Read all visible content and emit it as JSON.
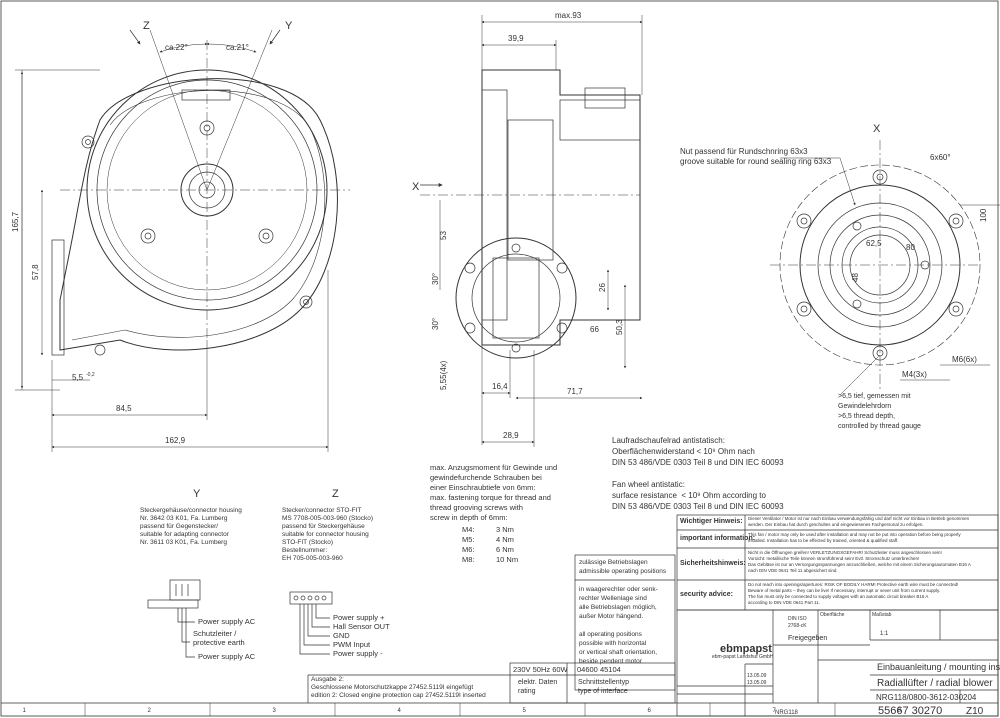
{
  "views": {
    "front": {
      "label_z": "Z",
      "label_y": "Y",
      "angle_left": "ca.22°",
      "angle_right": "ca.21°",
      "dim_height": "165,7",
      "dim_57": "57,8",
      "dim_55": "5,5",
      "dim_55_tol": "-0,2",
      "dim_845": "84,5",
      "dim_1629": "162,9"
    },
    "side": {
      "label_x": "X",
      "dim_max93": "max.93",
      "dim_399": "39,9",
      "dim_53": "53",
      "dim_30a": "30°",
      "dim_30b": "30°",
      "dim_26": "26",
      "dim_503": "50,3",
      "dim_66": "66",
      "dim_164": "16,4",
      "dim_717": "71,7",
      "dim_289": "28,9",
      "dim_555": "5,55(4x)"
    },
    "detail_x": {
      "label": "X",
      "note_de": "Nut passend für Rundschnring 63x3",
      "note_en": "groove suitable for round sealing ring 63x3",
      "angle": "6x60°",
      "d100": "100",
      "d625": "62,5",
      "d80": "80",
      "d48": "48",
      "m6": "M6(6x)",
      "m4": "M4(3x)",
      "thread_note": ">6,5 tief, gemessen mit\nGewindelehrdorn\n>6,5 thread depth,\ncontrolled by thread gauge"
    }
  },
  "notes": {
    "antistatic": "Laufradschaufelrad antistatisch:\nOberflächenwiderstand < 10⁹ Ohm nach\nDIN 53 486/VDE 0303 Teil 8 und DIN IEC 60093\n\nFan wheel antistatic:\nsurface resistance  < 10⁹ Ohm according to\nDIN 53 486/VDE 0303 Teil 8 und DIN IEC 60093",
    "torque_intro": "max. Anzugsmoment für Gewinde und\ngewindefurchende Schrauben bei\neiner Einschraubtiefe von 6mm:\nmax. fastening torque for thread and\nthread grooving screws with\nscrew in depth of 6mm:",
    "torque_table": [
      {
        "size": "M4:",
        "value": "3 Nm"
      },
      {
        "size": "M5:",
        "value": "4 Nm"
      },
      {
        "size": "M6:",
        "value": "6 Nm"
      },
      {
        "size": "M8:",
        "value": "10 Nm"
      }
    ],
    "connector_y_label": "Y",
    "connector_y": "Steckergehäuse/connector housing\nNr. 3642 03 K01, Fa. Lumberg\npassend für Gegenstecker/\nsuitable for adapting connector\nNr. 3611 03 K01, Fa. Lumberg",
    "connector_z_label": "Z",
    "connector_z": "Stecker/connector STO-FIT\nMS 7708-005-003-960 (Stocko)\npassend für Steckergehäuse\nsuitable for connector housing\nSTO-FIT (Stocko)\nBestellnummer:\nEH 705-005-003-960",
    "y_pins": [
      "Power supply AC",
      "Schutzleiter /\nprotective earth",
      "Power supply AC"
    ],
    "z_pins": [
      "Power supply +",
      "Hall Sensor OUT",
      "GND",
      "PWM Input",
      "Power supply -"
    ],
    "positions": "zulässige Betriebslagen\nadmissible operating positions\n\nin waagerechter oder senk-\nrechter Wellenlage sind\nalle Betriebslagen möglich,\naußer Motor hängend.\n\nall operating positions\npossible with horizontal\nor vertical shaft orientation,\nbeside pendent motor",
    "issue": "Ausgabe 2:\nGeschlossene Motorschutzkappe 27452.5119I eingefügt\nedition 2: Closed engine protection cap 27452.5119I inserted"
  },
  "rating": {
    "row1": "230V 50Hz 60W",
    "row1b": "04600 45104",
    "row2a": "elektr. Daten\nrating",
    "row2b": "Schnittstellentyp\ntype of interface"
  },
  "warnings": {
    "h1": "Wichtiger Hinweis:",
    "t1": "Dieser Ventilator / Motor ist nur nach Einbau verwendungsfähig und darf nicht vor Einbau in Betrieb genommen\nwerden. Der Einbau hat durch geschultes und eingewiesenes Fachpersonal zu erfolgen.",
    "h2": "important information:",
    "t2": "This fan / motor may only be used after installation and may not be put into operation before being properly\ninstalled. Installation has to be effected by trained, oriented & qualified staff.",
    "h3": "Sicherheitshinweis:",
    "t3": "Nicht in die Öffnungen greifen! VERLETZUNGSGEFAHR! Schutzleiter muss angeschlossen sein!\nVorsicht: metallische Teile können stromführend sein! Evtl. Stromschutz unterbrechen!\nDas Gebläse ist nur an Versorgungsspannungen anzuschließen, welche mit einem Sicherungsautomaten B16 A\nnach DIN VDE 0641 Teil 11 abgesichert sind.",
    "h4": "security advice:",
    "t4": "Do not reach into openings/apertures: RISK OF BODILY HARM! Protective earth wire must be connected!\nBeware of metal parts – they can be live! If necessary, interrupt or sever unit from current supply.\nThe fan must only be connected to supply voltages with an automatic circuit breaker B16 A\naccording to DIN VDE 0641 Part 11."
  },
  "title_block": {
    "company": "ebmpapst",
    "company_sub": "ebm-papst Landshut GmbH",
    "release": "Freigegeben",
    "scale_label": "Maßstab",
    "scale": "1:1",
    "mass_label": "Oberfläche",
    "title_de": "Einbauanleitung / mounting instruction",
    "title": "Radiallüfter / radial blower",
    "part_code": "NRG118/0800-3612-030204",
    "drawing_no": "55667 30270",
    "rev": "Z10",
    "tolerance": "DIN ISO\n2768-cK",
    "product": "NRG118",
    "date1": "13.05.09",
    "date2": "13.05.09",
    "border_nums": [
      "1",
      "2",
      "3",
      "4",
      "5",
      "6",
      "7",
      "8"
    ]
  }
}
